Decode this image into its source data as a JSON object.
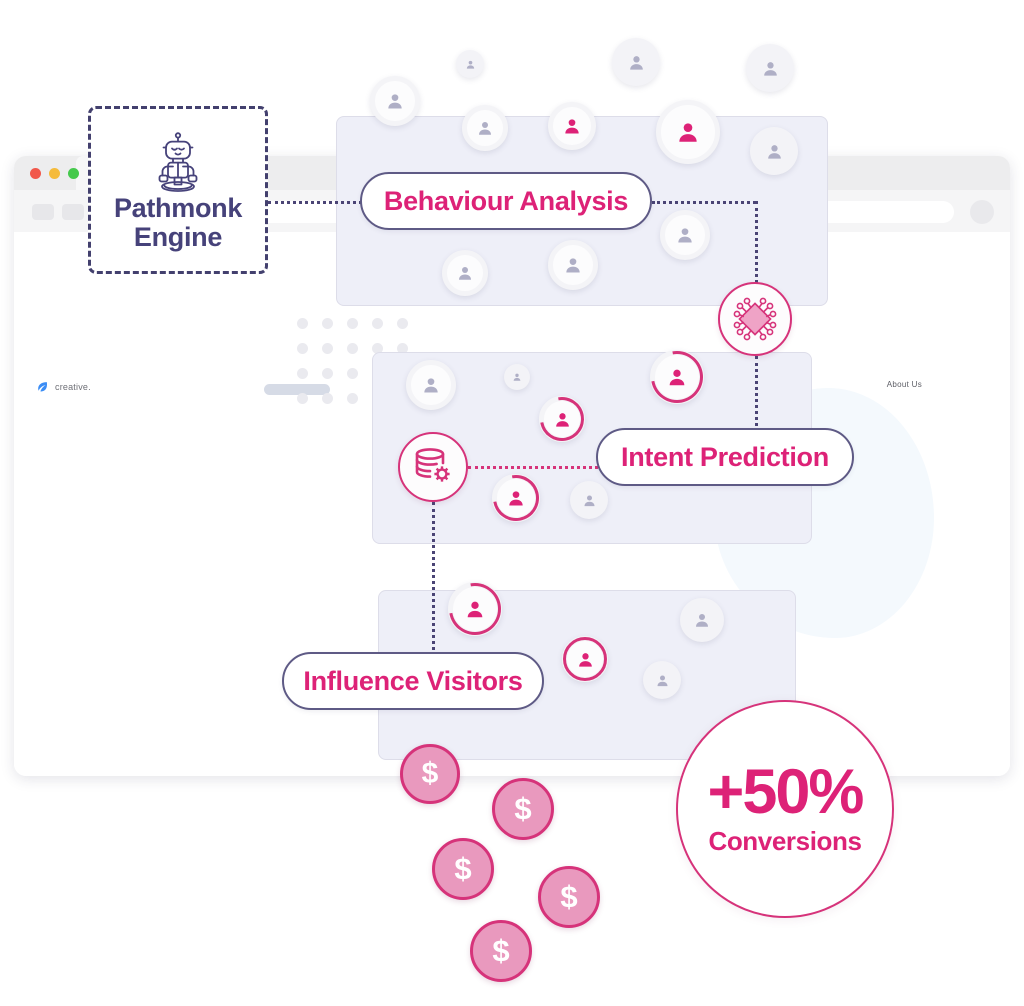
{
  "engine": {
    "title_line1": "Pathmonk",
    "title_line2": "Engine",
    "icon": "meditating-robot-icon"
  },
  "steps": [
    {
      "id": "behaviour",
      "label": "Behaviour Analysis"
    },
    {
      "id": "intent",
      "label": "Intent Prediction"
    },
    {
      "id": "influence",
      "label": "Influence Visitors"
    }
  ],
  "nodes": [
    {
      "id": "chip",
      "icon": "ai-chip-icon"
    },
    {
      "id": "database",
      "icon": "database-gear-icon"
    }
  ],
  "badge": {
    "value": "+50%",
    "label": "Conversions"
  },
  "browser": {
    "traffic_lights": [
      "red",
      "yellow",
      "green"
    ],
    "url_value": "",
    "url_placeholder": "",
    "site": {
      "logo_text": "creative.",
      "nav": [
        {
          "label": "About Us"
        }
      ]
    }
  },
  "coins": [
    {
      "symbol": "$"
    },
    {
      "symbol": "$"
    },
    {
      "symbol": "$"
    },
    {
      "symbol": "$"
    },
    {
      "symbol": "$"
    }
  ],
  "avatars": {
    "active_count": 8,
    "inactive_count": 15
  },
  "colors": {
    "accent_pink": "#DD2277",
    "accent_dark": "#46427A",
    "panel_bg": "#EEEFF8",
    "coin_fill": "#E999BE",
    "blob_blue": "#F4F9FD"
  }
}
